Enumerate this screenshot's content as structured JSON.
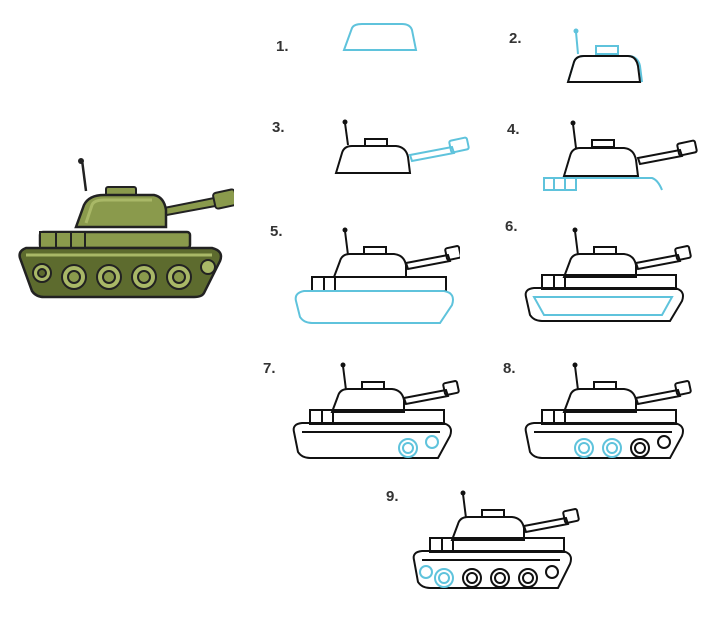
{
  "steps": [
    {
      "label": "1."
    },
    {
      "label": "2."
    },
    {
      "label": "3."
    },
    {
      "label": "4."
    },
    {
      "label": "5."
    },
    {
      "label": "6."
    },
    {
      "label": "7."
    },
    {
      "label": "8."
    },
    {
      "label": "9."
    }
  ],
  "colors": {
    "ink": "#111111",
    "new_stroke": "#5fc3dc",
    "tank_body": "#8a9a4c",
    "tank_dark": "#5d6b2e",
    "tank_light": "#a9b867",
    "tank_track": "#4b5524",
    "label": "#333333"
  }
}
